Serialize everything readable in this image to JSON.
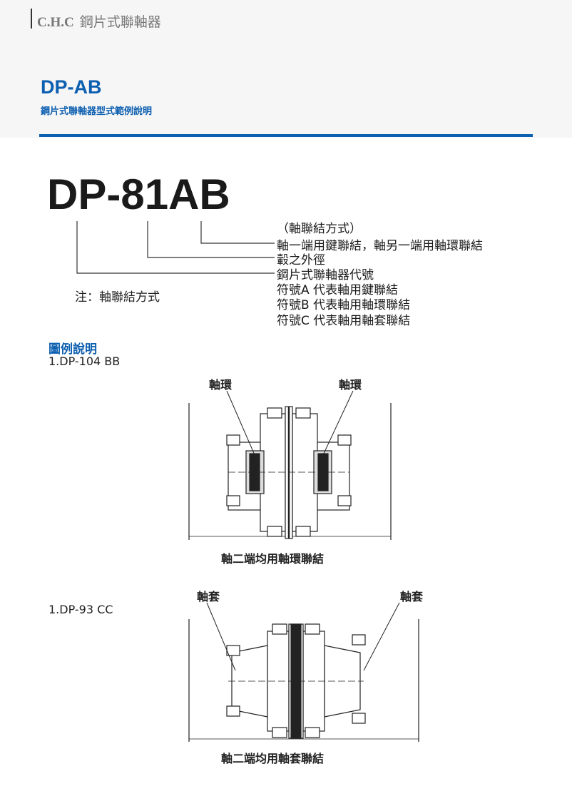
{
  "header": {
    "brand": "C.H.C",
    "product": "鋼片式聯軸器"
  },
  "section": {
    "title": "DP-AB",
    "subtitle": "鋼片式聯軸器型式範例說明"
  },
  "model": {
    "code": "DP-81AB",
    "lines": [
      "（軸聯結方式）",
      "軸一端用鍵聯結，軸另一端用軸環聯結",
      "轂之外徑",
      "鋼片式聯軸器代號",
      "符號A 代表軸用鍵聯結",
      "符號B 代表軸用軸環聯結",
      "符號C 代表軸用軸套聯結"
    ],
    "note": "注：軸聯結方式"
  },
  "legend": {
    "title": "圖例說明",
    "examples": [
      {
        "name": "1.DP-104 BB",
        "label_left": "軸環",
        "label_right": "軸環",
        "caption": "軸二端均用軸環聯結"
      },
      {
        "name": "1.DP-93 CC",
        "label_left": "軸套",
        "label_right": "軸套",
        "caption": "軸二端均用軸套聯結"
      }
    ]
  },
  "colors": {
    "accent": "#0d5fb0"
  }
}
